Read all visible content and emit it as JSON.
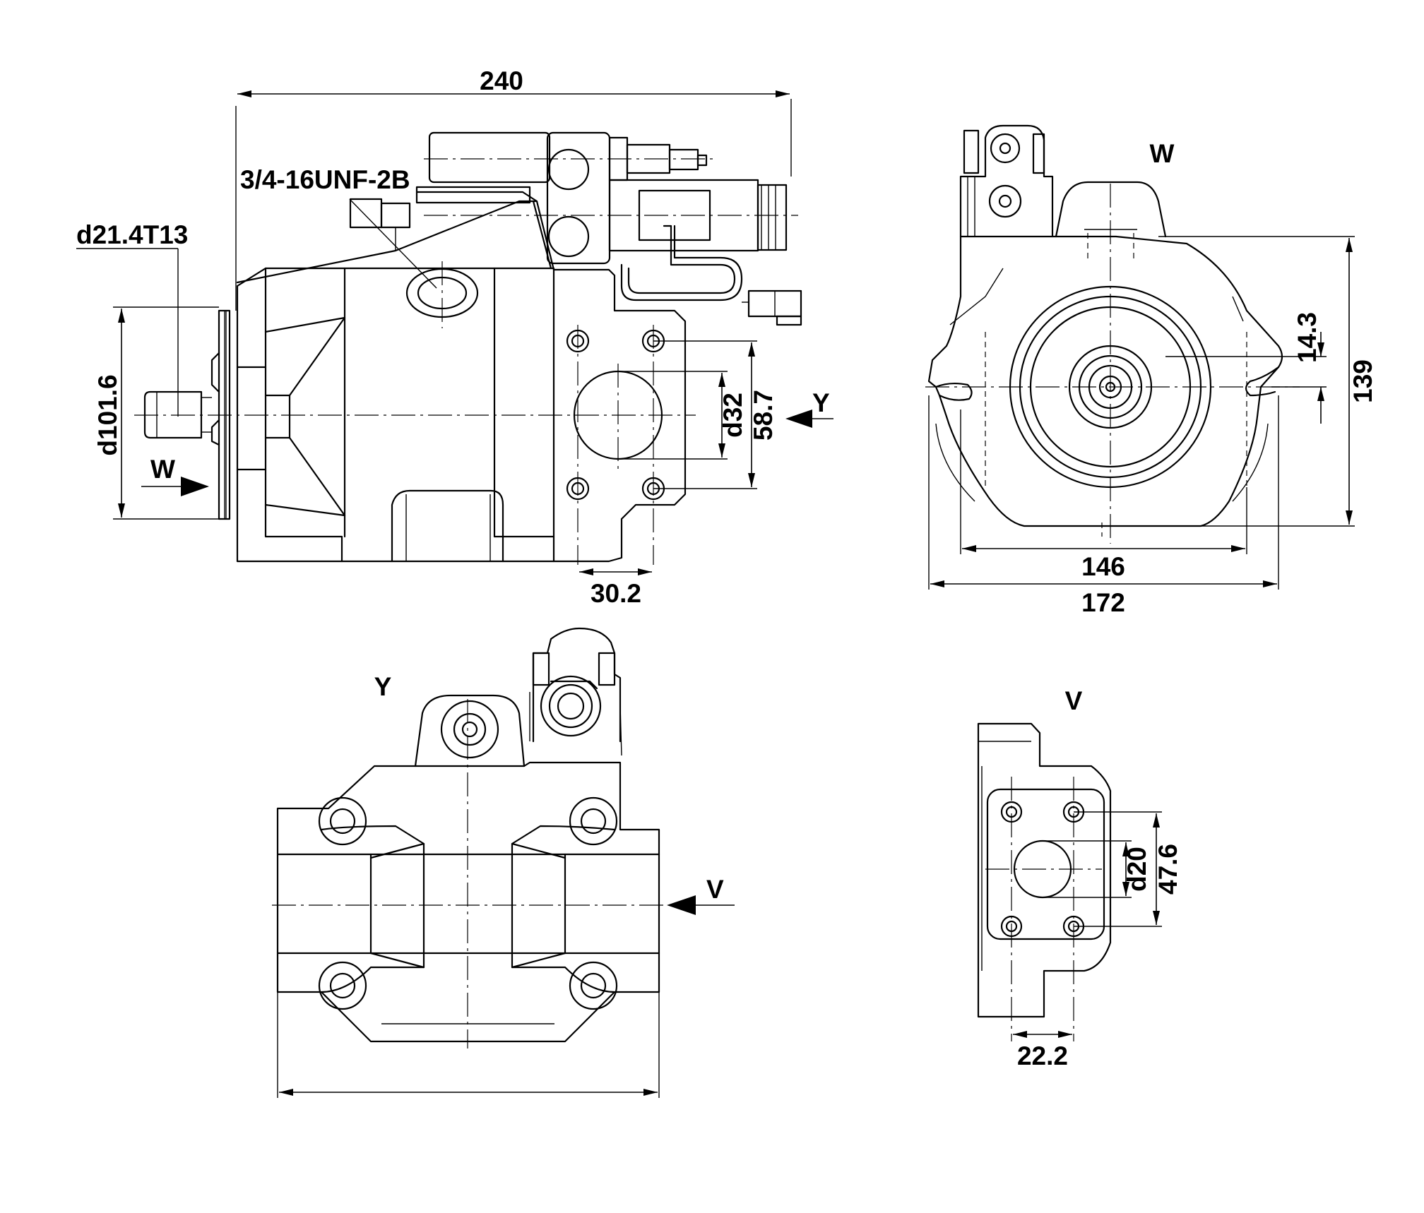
{
  "side_view": {
    "overall_length": "240",
    "thread_port": "3/4-16UNF-2B",
    "shaft_spline": "d21.4T13",
    "pilot_diameter": "d101.6",
    "port_diameter": "d32",
    "port_bolt_spacing": "58.7",
    "port_offset": "30.2",
    "view_arrow_w": "W",
    "view_arrow_y": "Y"
  },
  "view_w": {
    "title": "W",
    "height_offset": "14.3",
    "overall_height": "139",
    "flange_width": "146",
    "overall_width": "172"
  },
  "view_y": {
    "title": "Y",
    "view_arrow_v": "V"
  },
  "view_v": {
    "title": "V",
    "port_diameter": "d20",
    "bolt_spacing": "47.6",
    "offset": "22.2"
  }
}
